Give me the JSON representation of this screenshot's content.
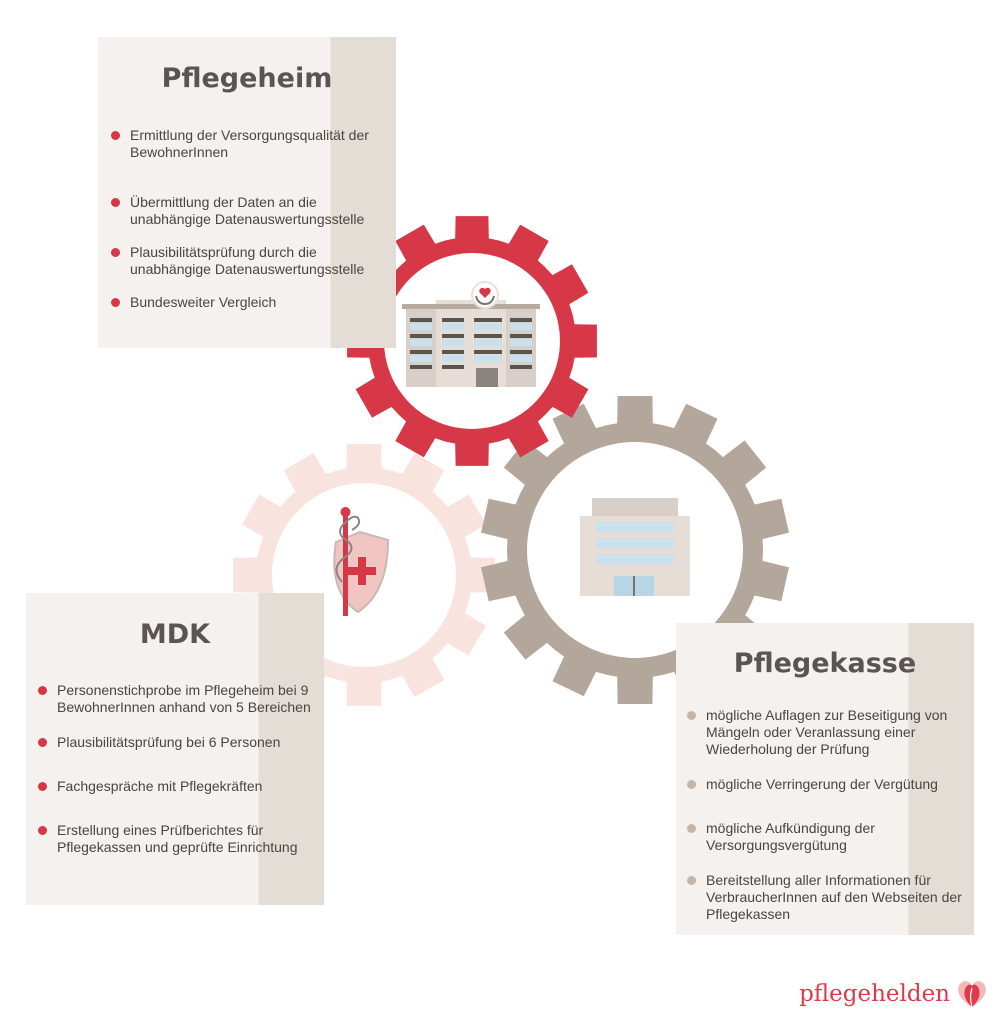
{
  "panels": {
    "pflegeheim": {
      "title": "Pflegeheim",
      "items": [
        "Ermittlung der Versorgungsqualität der BewohnerInnen",
        "Übermittlung der Daten an die unabhängige Datenauswertungsstelle",
        "Plausibilitätsprüfung durch die unabhängige Datenauswertungsstelle",
        "Bundesweiter Vergleich"
      ]
    },
    "mdk": {
      "title": "MDK",
      "items": [
        "Personenstichprobe im Pflegeheim bei 9 BewohnerInnen anhand von 5 Bereichen",
        "Plausibilitätsprüfung bei 6 Personen",
        "Fachgespräche mit Pflegekräften",
        "Erstellung eines Prüfberichtes für Pflegekassen und geprüfte Einrichtung"
      ]
    },
    "pflegekasse": {
      "title": "Pflegekasse",
      "items": [
        "mögliche Auflagen zur Beseitigung von Mängeln oder Veranlassung einer Wiederholung der Prüfung",
        "mögliche Verringerung der Vergütung",
        "mögliche Aufkündigung der Versorgungsvergütung",
        "Bereitstellung aller Informationen für VerbraucherInnen auf den Webseiten der Pflegekassen"
      ]
    }
  },
  "logo": {
    "text": "pflegehelden"
  },
  "colors": {
    "red": "#d63847",
    "tan": "#b3a69b",
    "pink": "#f9e3df",
    "panel": "#f4f1ee",
    "panel_dark": "#e4ddd6"
  },
  "icons": [
    "nursing-home-building-icon",
    "caduceus-shield-icon",
    "insurance-building-icon",
    "heart-hands-icon"
  ]
}
